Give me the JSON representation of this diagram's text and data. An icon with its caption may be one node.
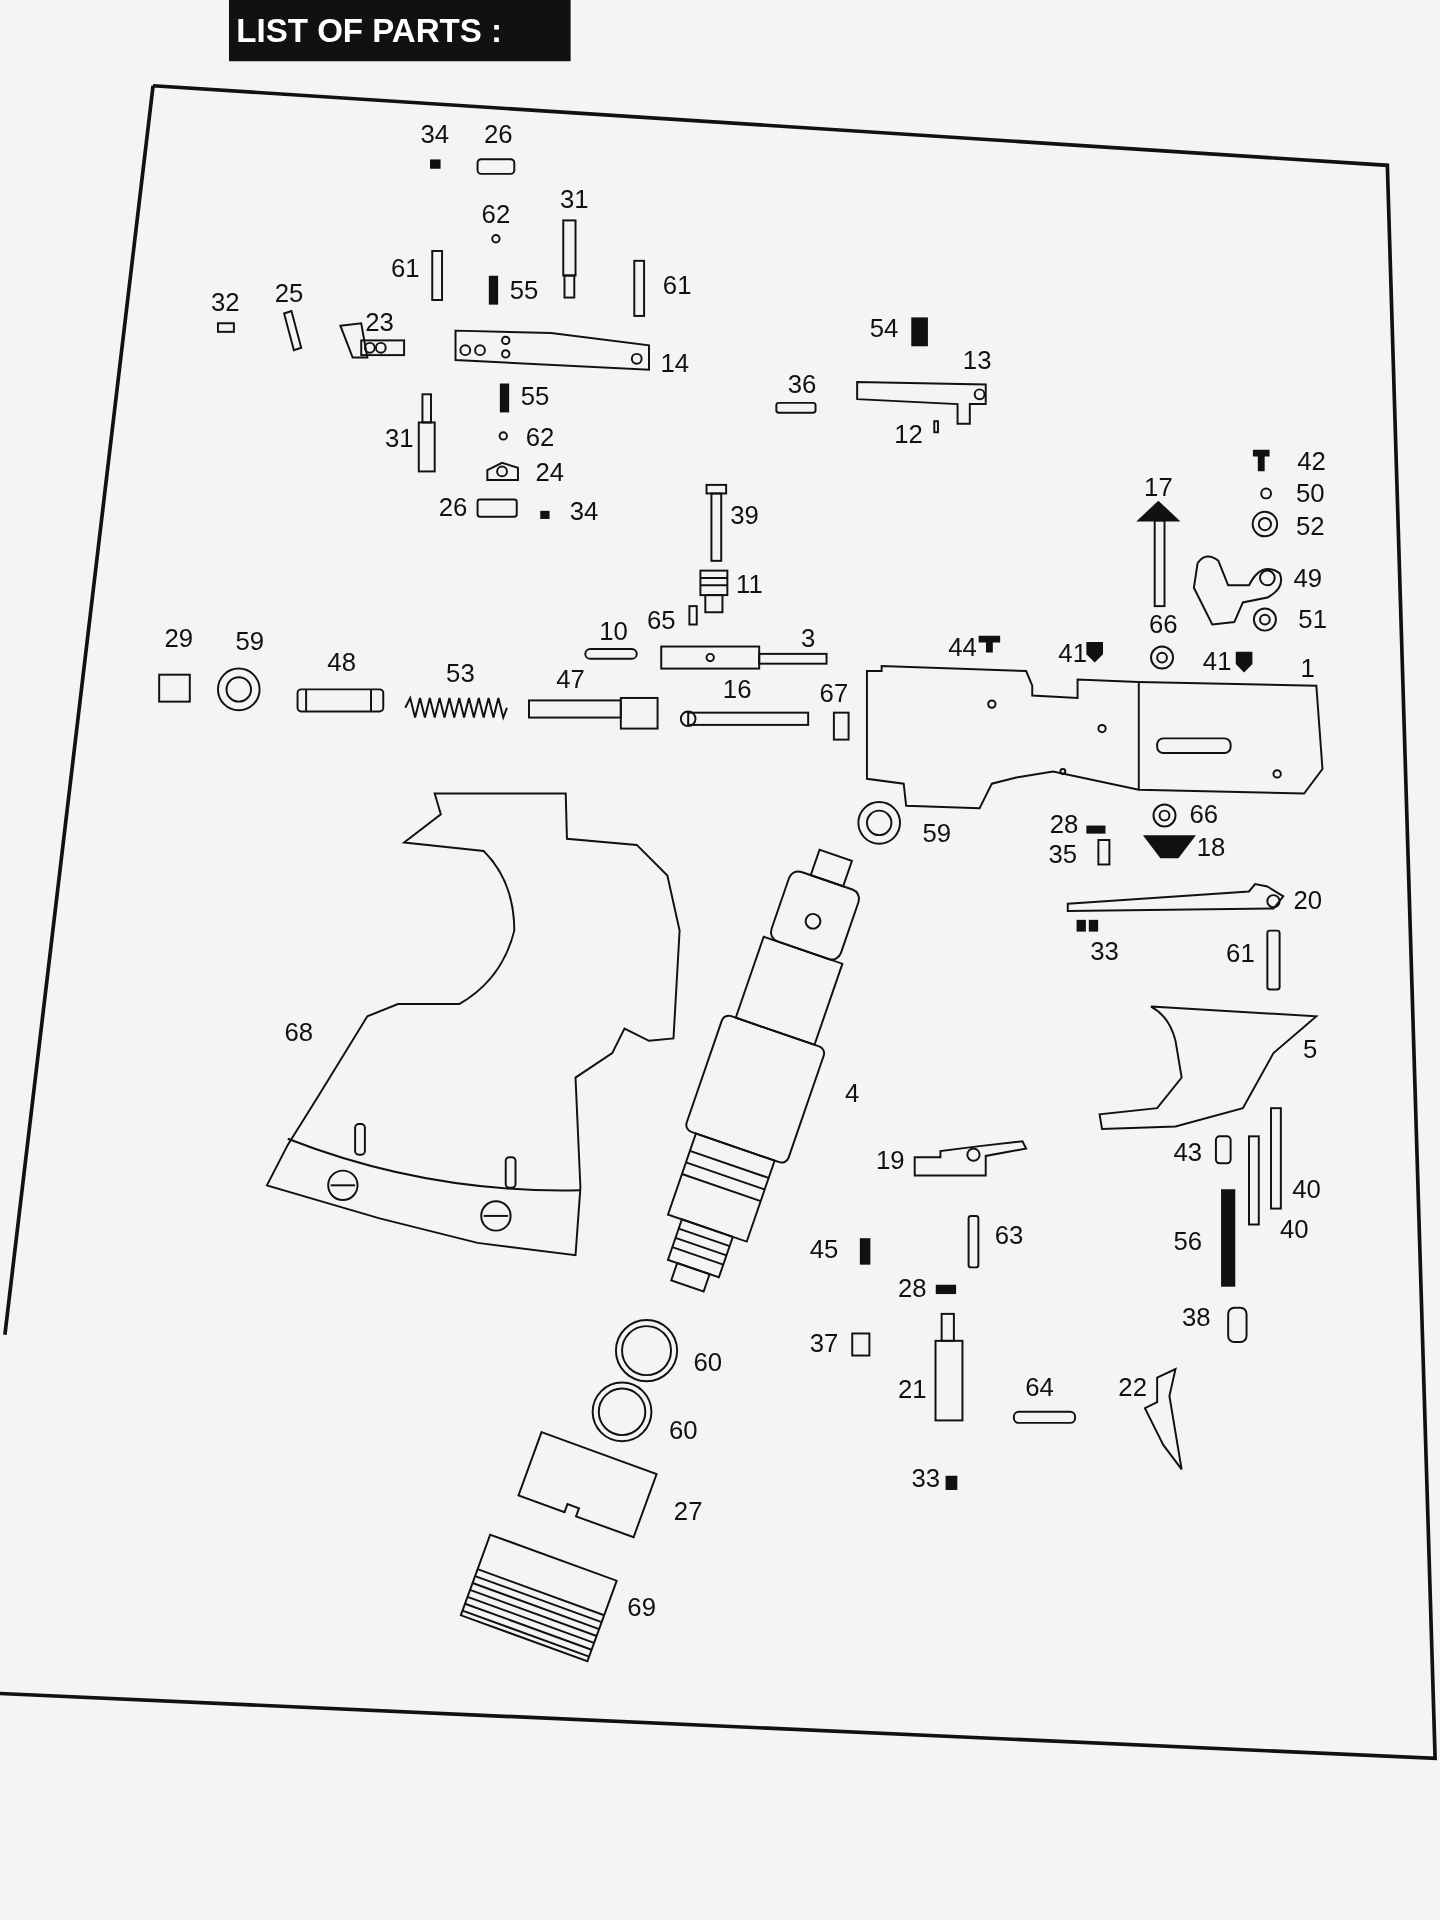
{
  "diagram": {
    "title": "LIST OF PARTS :",
    "labels": [
      "34",
      "26",
      "62",
      "31",
      "61",
      "55",
      "61",
      "32",
      "25",
      "23",
      "54",
      "14",
      "13",
      "36",
      "55",
      "31",
      "62",
      "12",
      "24",
      "42",
      "17",
      "50",
      "26",
      "34",
      "39",
      "52",
      "11",
      "49",
      "29",
      "59",
      "10",
      "65",
      "3",
      "66",
      "51",
      "48",
      "53",
      "47",
      "44",
      "41",
      "41",
      "1",
      "16",
      "67",
      "59",
      "28",
      "66",
      "35",
      "18",
      "20",
      "33",
      "61",
      "68",
      "5",
      "4",
      "19",
      "43",
      "40",
      "45",
      "63",
      "56",
      "40",
      "28",
      "38",
      "37",
      "60",
      "21",
      "64",
      "22",
      "60",
      "33",
      "27",
      "69"
    ]
  }
}
